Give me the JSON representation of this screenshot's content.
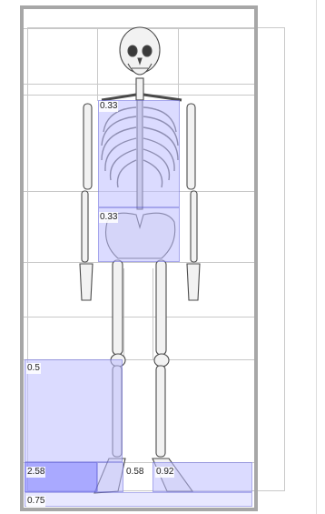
{
  "canvas": {
    "tool": "grid-slicer",
    "image": "human-skeleton-anatomy"
  },
  "overlay_colors": {
    "light": "#c6c6ff",
    "strong": "#8c8cff",
    "grid": "#c8c8c8",
    "frame": "#a7a7a7"
  },
  "regions": [
    {
      "label": "0.33"
    },
    {
      "label": "0.33"
    },
    {
      "label": "0.5"
    },
    {
      "label": "2.58"
    },
    {
      "label": "0.58"
    },
    {
      "label": "0.92"
    },
    {
      "label": "0.75"
    }
  ]
}
